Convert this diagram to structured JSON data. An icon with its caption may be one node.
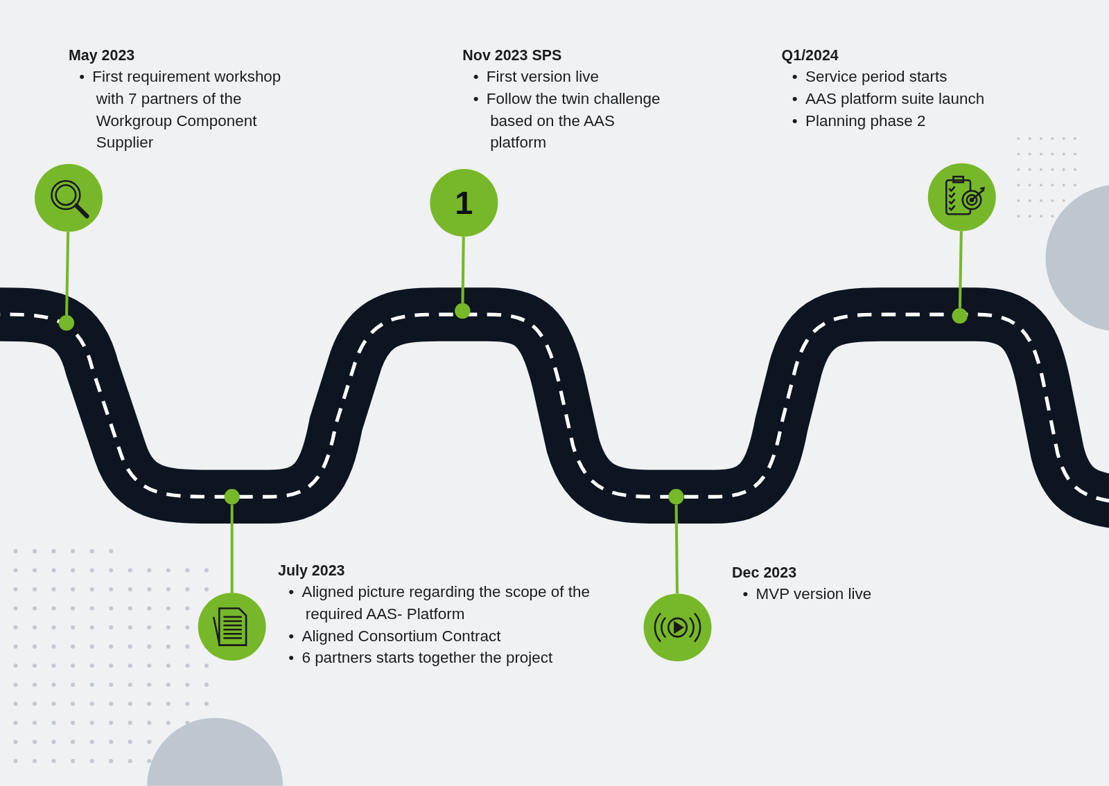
{
  "diagram": {
    "nodes": [
      {
        "text": [],
        "shape": "circle",
        "beside": [
          "May 2023",
          "• First requirement workshop with 7 partners of the Workgroup Component Supplier"
        ]
      },
      {
        "text": [
          "1"
        ],
        "beside": [
          "Nov 2023 SPS",
          "• First version live",
          "• Follow the twin challenge based on the AAS platform"
        ]
      },
      {
        "text": [],
        "shape": "circle",
        "beside": [
          "Q1/2024",
          "• Service period starts",
          "• AAS platform suite launch",
          "• Planning phase 2"
        ]
      },
      {
        "text": [],
        "shape": "circle",
        "beside": [
          "July 2023",
          "• Aligned picture regarding the scope of the required AAS- Platform",
          "• Aligned Consortium Contract",
          "• 6 partners starts together the project"
        ]
      },
      {
        "text": [],
        "shape": "circle",
        "beside": [
          "Dec 2023",
          "• MVP version live"
        ]
      },
      {
        "text": [],
        "shape": "circle"
      },
      {
        "text": [],
        "shape": "circle"
      },
      {
        "text": [],
        "shape": "circle"
      },
      {
        "text": [],
        "shape": "circle"
      },
      {
        "text": [],
        "shape": "circle"
      }
    ],
    "edges": [
      {
        "from": 0,
        "to": 5,
        "arrow": "none"
      },
      {
        "from": 3,
        "to": 6,
        "arrow": "none"
      },
      {
        "from": 1,
        "to": 7,
        "arrow": "none"
      },
      {
        "from": 4,
        "to": 8,
        "arrow": "none"
      },
      {
        "from": 2,
        "to": 9,
        "arrow": "none"
      }
    ]
  }
}
